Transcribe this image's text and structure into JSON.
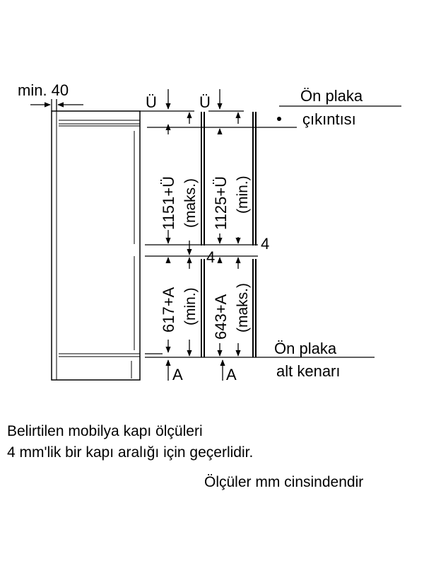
{
  "diagram": {
    "min_gap": "min. 40",
    "top_symbol_1": "Ü",
    "top_symbol_2": "Ü",
    "bottom_symbol_1": "A",
    "bottom_symbol_2": "A",
    "upper_door_max": "1151+Ü",
    "upper_door_max_note": "(maks.)",
    "upper_door_min": "1125+Ü",
    "upper_door_min_note": "(min.)",
    "lower_door_min": "617+A",
    "lower_door_min_note": "(min.)",
    "lower_door_max": "643+A",
    "lower_door_max_note": "(maks.)",
    "gap_label_1": "4",
    "gap_label_2": "4",
    "front_projection_line1": "Ön plaka",
    "front_projection_line2": "çıkıntısı",
    "front_bottom_line1": "Ön plaka",
    "front_bottom_line2": "alt kenarı"
  },
  "notes": {
    "line1": "Belirtilen mobilya kapı ölçüleri",
    "line2": "4 mm'lik bir kapı aralığı için geçerlidir.",
    "line3": "Ölçüler mm cinsindendir"
  }
}
